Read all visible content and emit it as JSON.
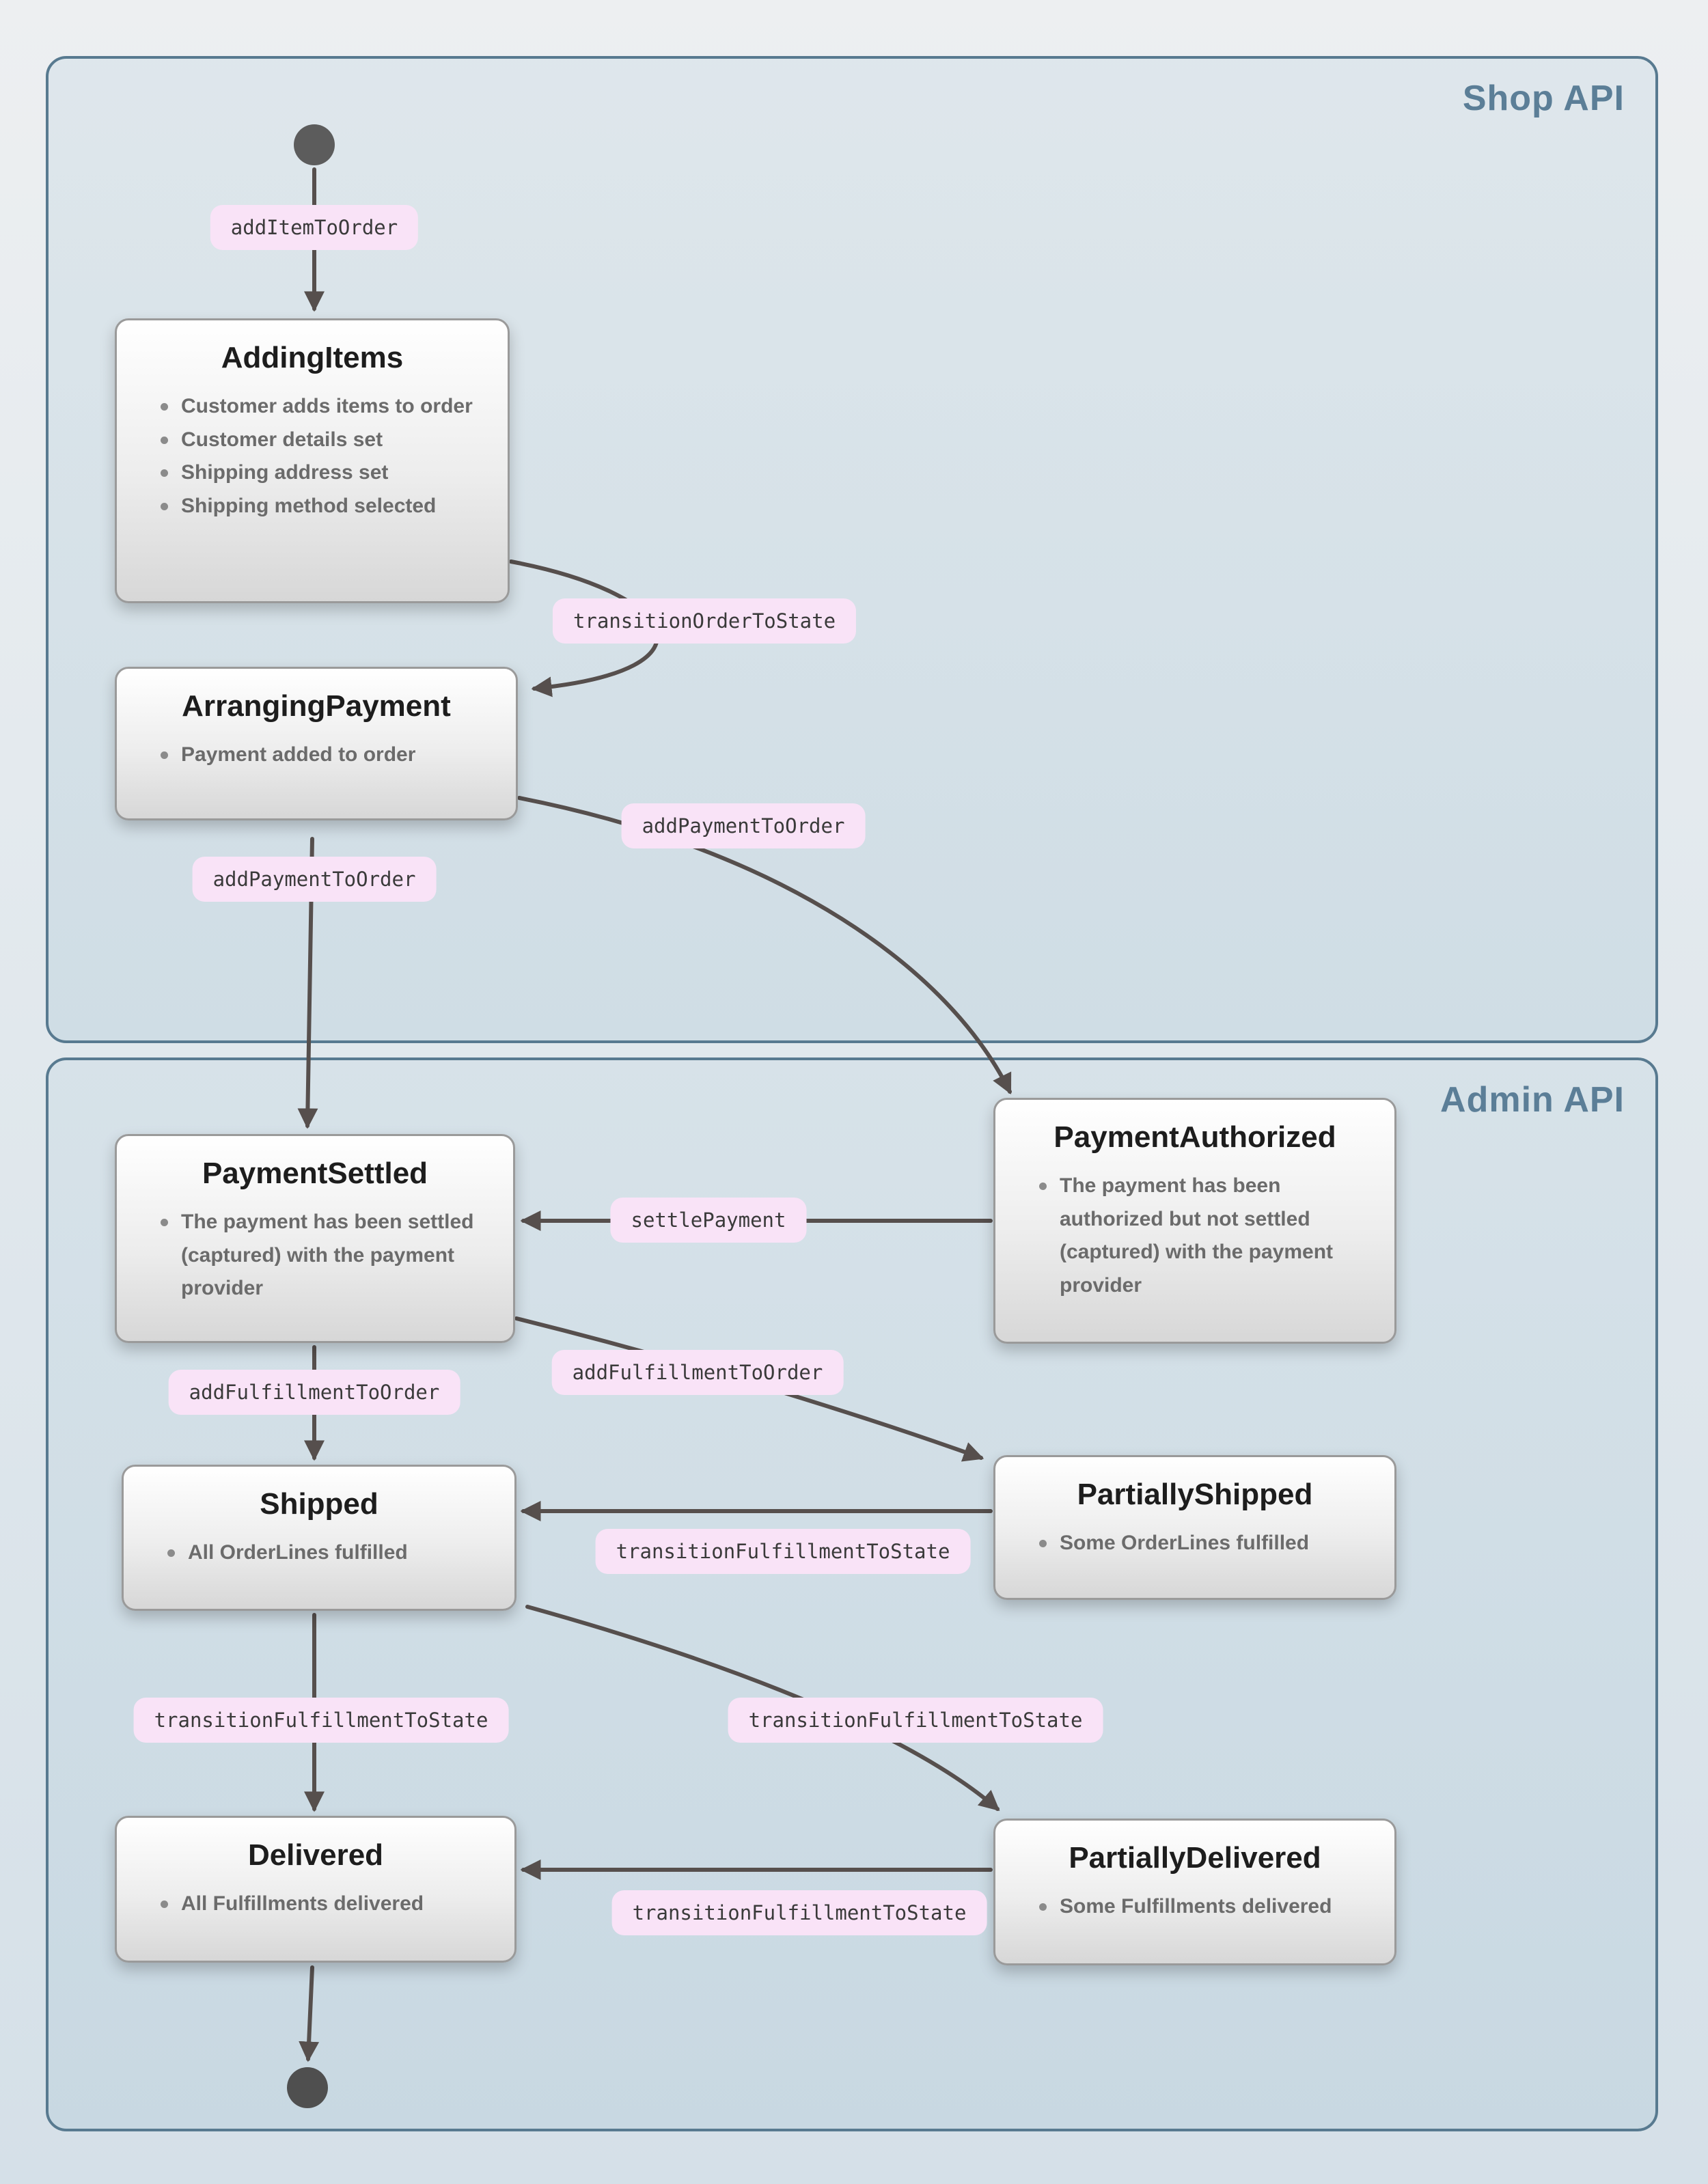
{
  "diagram": {
    "groups": [
      {
        "id": "shop",
        "label": "Shop API"
      },
      {
        "id": "admin",
        "label": "Admin API"
      }
    ],
    "states": {
      "addingItems": {
        "title": "AddingItems",
        "bullets": [
          "Customer adds items to order",
          "Customer details set",
          "Shipping address set",
          "Shipping method selected"
        ]
      },
      "arrangingPayment": {
        "title": "ArrangingPayment",
        "bullets": [
          "Payment added to order"
        ]
      },
      "paymentSettled": {
        "title": "PaymentSettled",
        "bullets": [
          "The payment has been settled (captured) with the payment provider"
        ]
      },
      "paymentAuthorized": {
        "title": "PaymentAuthorized",
        "bullets": [
          "The payment has been authorized but not settled (captured) with the payment provider"
        ]
      },
      "shipped": {
        "title": "Shipped",
        "bullets": [
          "All OrderLines fulfilled"
        ]
      },
      "partiallyShipped": {
        "title": "PartiallyShipped",
        "bullets": [
          "Some OrderLines fulfilled"
        ]
      },
      "delivered": {
        "title": "Delivered",
        "bullets": [
          "All Fulfillments delivered"
        ]
      },
      "partiallyDelivered": {
        "title": "PartiallyDelivered",
        "bullets": [
          "Some Fulfillments delivered"
        ]
      }
    },
    "edges": [
      {
        "from": "start",
        "to": "AddingItems",
        "label": "addItemToOrder"
      },
      {
        "from": "AddingItems",
        "to": "ArrangingPayment",
        "label": "transitionOrderToState"
      },
      {
        "from": "ArrangingPayment",
        "to": "PaymentSettled",
        "label": "addPaymentToOrder"
      },
      {
        "from": "ArrangingPayment",
        "to": "PaymentAuthorized",
        "label": "addPaymentToOrder"
      },
      {
        "from": "PaymentAuthorized",
        "to": "PaymentSettled",
        "label": "settlePayment"
      },
      {
        "from": "PaymentSettled",
        "to": "Shipped",
        "label": "addFulfillmentToOrder"
      },
      {
        "from": "PaymentSettled",
        "to": "PartiallyShipped",
        "label": "addFulfillmentToOrder"
      },
      {
        "from": "PartiallyShipped",
        "to": "Shipped",
        "label": "transitionFulfillmentToState"
      },
      {
        "from": "Shipped",
        "to": "Delivered",
        "label": "transitionFulfillmentToState"
      },
      {
        "from": "Shipped",
        "to": "PartiallyDelivered",
        "label": "transitionFulfillmentToState"
      },
      {
        "from": "PartiallyDelivered",
        "to": "Delivered",
        "label": "transitionFulfillmentToState"
      }
    ],
    "colors": {
      "group_border": "#587a90",
      "group_label": "#5b7e97",
      "arrow": "#564f4d",
      "pill_background": "#f9e3f7",
      "state_border": "#9a9a9a",
      "bullet_text": "#6b6b6b"
    }
  }
}
